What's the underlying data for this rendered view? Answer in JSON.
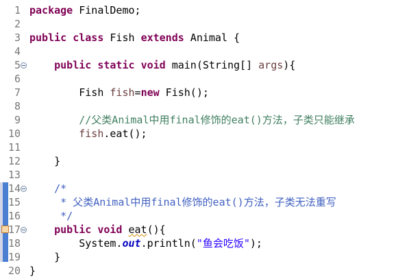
{
  "editor": {
    "lines": [
      {
        "n": "1",
        "parts": [
          {
            "t": "package",
            "c": "kw"
          },
          {
            "t": " FinalDemo;",
            "c": ""
          }
        ]
      },
      {
        "n": "2",
        "parts": []
      },
      {
        "n": "3",
        "parts": [
          {
            "t": "public",
            "c": "kw"
          },
          {
            "t": " ",
            "c": ""
          },
          {
            "t": "class",
            "c": "kw"
          },
          {
            "t": " Fish ",
            "c": ""
          },
          {
            "t": "extends",
            "c": "kw"
          },
          {
            "t": " Animal {",
            "c": ""
          }
        ]
      },
      {
        "n": "4",
        "parts": []
      },
      {
        "n": "5",
        "parts": [
          {
            "t": "    ",
            "c": ""
          },
          {
            "t": "public",
            "c": "kw"
          },
          {
            "t": " ",
            "c": ""
          },
          {
            "t": "static",
            "c": "kw"
          },
          {
            "t": " ",
            "c": ""
          },
          {
            "t": "void",
            "c": "kw"
          },
          {
            "t": " main(String[] ",
            "c": ""
          },
          {
            "t": "args",
            "c": "arg"
          },
          {
            "t": "){",
            "c": ""
          }
        ],
        "fold": true
      },
      {
        "n": "6",
        "parts": []
      },
      {
        "n": "7",
        "parts": [
          {
            "t": "        Fish ",
            "c": ""
          },
          {
            "t": "fish",
            "c": "arg"
          },
          {
            "t": "=",
            "c": ""
          },
          {
            "t": "new",
            "c": "kw"
          },
          {
            "t": " Fish();",
            "c": ""
          }
        ]
      },
      {
        "n": "8",
        "parts": []
      },
      {
        "n": "9",
        "parts": [
          {
            "t": "        ",
            "c": ""
          },
          {
            "t": "//父类Animal中用final修饰的eat()方法，子类只能继承",
            "c": "cm"
          }
        ]
      },
      {
        "n": "10",
        "parts": [
          {
            "t": "        ",
            "c": ""
          },
          {
            "t": "fish",
            "c": "arg"
          },
          {
            "t": ".eat();",
            "c": ""
          }
        ]
      },
      {
        "n": "11",
        "parts": []
      },
      {
        "n": "12",
        "parts": [
          {
            "t": "    }",
            "c": ""
          }
        ]
      },
      {
        "n": "13",
        "parts": []
      },
      {
        "n": "14",
        "parts": [
          {
            "t": "    ",
            "c": ""
          },
          {
            "t": "/*",
            "c": "jd"
          }
        ],
        "fold": true
      },
      {
        "n": "15",
        "parts": [
          {
            "t": "     ",
            "c": ""
          },
          {
            "t": "* 父类Animal中用final修饰的eat()方法，子类无法重写",
            "c": "jd"
          }
        ]
      },
      {
        "n": "16",
        "parts": [
          {
            "t": "     ",
            "c": ""
          },
          {
            "t": "*/",
            "c": "jd"
          }
        ]
      },
      {
        "n": "17",
        "parts": [
          {
            "t": "    ",
            "c": ""
          },
          {
            "t": "public",
            "c": "kw"
          },
          {
            "t": " ",
            "c": ""
          },
          {
            "t": "void",
            "c": "kw"
          },
          {
            "t": " ",
            "c": ""
          },
          {
            "t": "eat",
            "c": "squiggle"
          },
          {
            "t": "(){",
            "c": ""
          }
        ],
        "fold": true,
        "warn": true
      },
      {
        "n": "18",
        "parts": [
          {
            "t": "        System.",
            "c": ""
          },
          {
            "t": "out",
            "c": "fld"
          },
          {
            "t": ".println(",
            "c": ""
          },
          {
            "t": "\"鱼会吃饭\"",
            "c": "st"
          },
          {
            "t": ");",
            "c": ""
          }
        ]
      },
      {
        "n": "19",
        "parts": [
          {
            "t": "    }",
            "c": ""
          }
        ]
      },
      {
        "n": "20",
        "parts": [
          {
            "t": "}",
            "c": ""
          }
        ]
      }
    ]
  }
}
